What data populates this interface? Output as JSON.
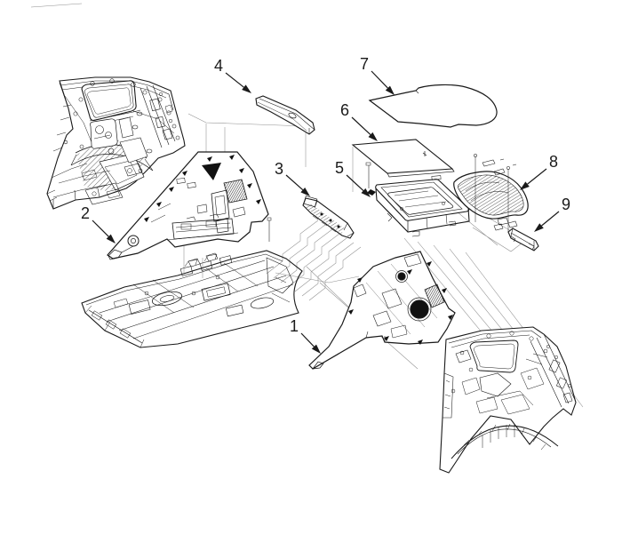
{
  "figure": {
    "type": "exploded-parts-diagram",
    "background": "#ffffff",
    "ink": "#1a1a1a"
  },
  "callouts": [
    {
      "label": "1"
    },
    {
      "label": "2"
    },
    {
      "label": "3"
    },
    {
      "label": "4"
    },
    {
      "label": "5"
    },
    {
      "label": "6"
    },
    {
      "label": "7"
    },
    {
      "label": "8"
    },
    {
      "label": "9"
    }
  ]
}
